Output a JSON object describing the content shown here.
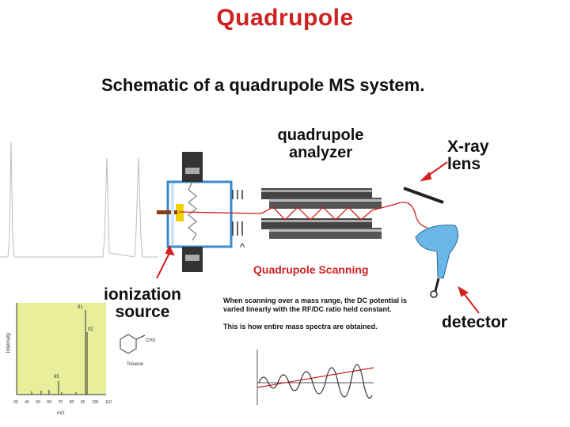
{
  "title": "Quadrupole",
  "subtitle": "Schematic of a quadrupole MS system.",
  "labels": {
    "analyzer": "quadrupole analyzer",
    "xray": "X-ray lens",
    "ionization": "ionization source",
    "detector": "detector"
  },
  "scanning": {
    "title": "Quadrupole Scanning",
    "desc1": "When scanning over a mass range, the DC potential is varied linearly with the RF/DC ratio held constant.",
    "desc2": "This is how entire mass spectra are obtained."
  },
  "caret": "^",
  "colors": {
    "title": "#cc2222",
    "spectrum_bg": "#e8ee9a",
    "rods": "#3a3a3a",
    "cone": "#6ab7e6",
    "source_box": "#3a8ad0"
  },
  "inset_spectrum": {
    "y_axis_label": "Intensity",
    "x_axis_label": "m/z",
    "x_ticks": [
      "30",
      "40",
      "50",
      "60",
      "70",
      "80",
      "90",
      "100",
      "110"
    ],
    "peak_labels": [
      "91",
      "92",
      "65"
    ],
    "molecule_label": "Toluene",
    "substituent": "CH3"
  }
}
